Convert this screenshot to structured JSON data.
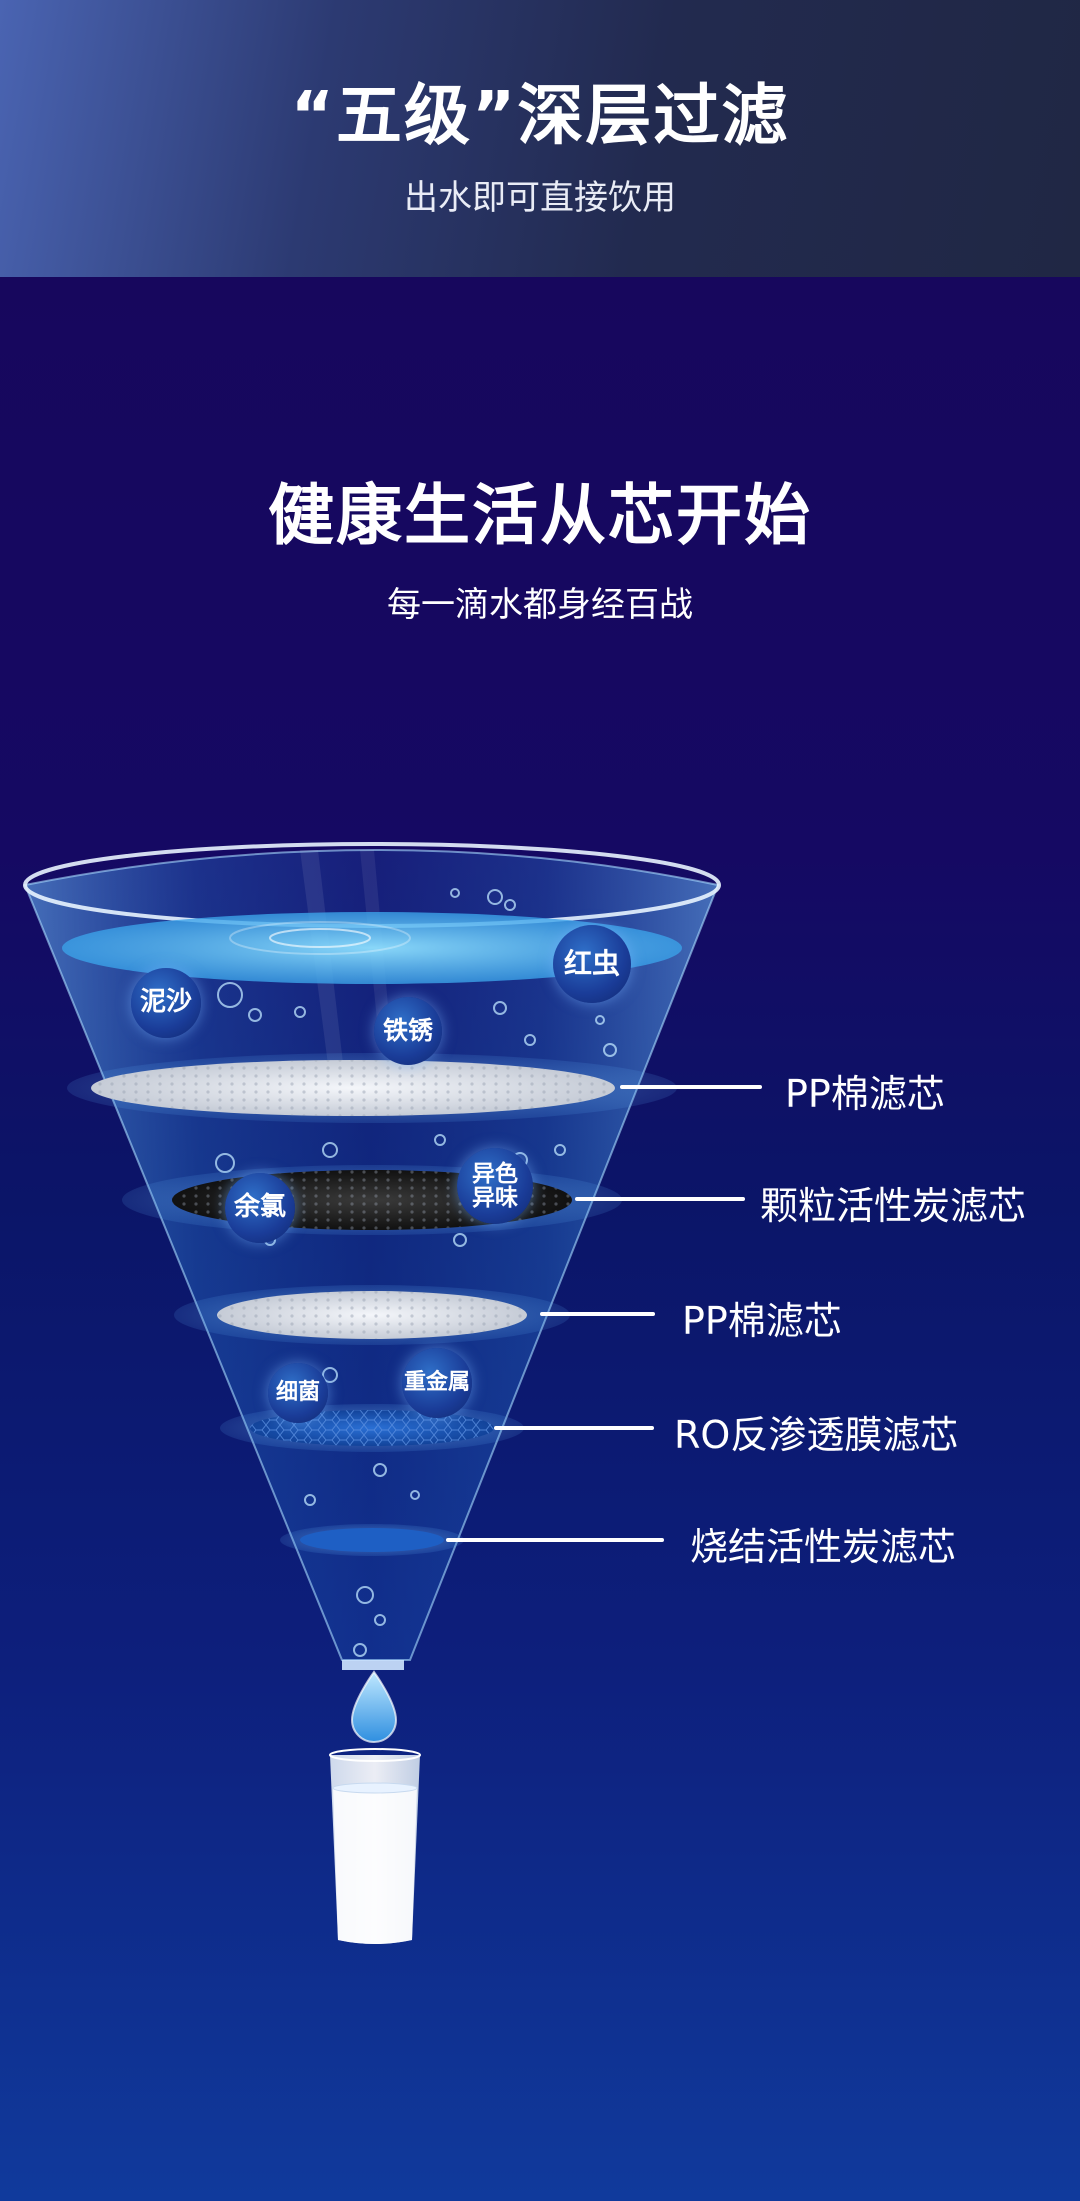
{
  "header": {
    "title": "“五级”深层过滤",
    "subtitle": "出水即可直接饮用"
  },
  "main": {
    "title": "健康生活从芯开始",
    "subtitle": "每一滴水都身经百战"
  },
  "filter_layers": [
    {
      "label": "PP棉滤芯"
    },
    {
      "label": "颗粒活性炭滤芯"
    },
    {
      "label": "PP棉滤芯"
    },
    {
      "label": "RO反渗透膜滤芯"
    },
    {
      "label": "烧结活性炭滤芯"
    }
  ],
  "contaminants": {
    "red_worm": "红虫",
    "sediment": "泥沙",
    "rust": "铁锈",
    "chlorine": "余氯",
    "odor_line1": "异色",
    "odor_line2": "异味",
    "bacteria": "细菌",
    "heavy_metal": "重金属"
  },
  "colors": {
    "header_accent": "#4a64b2",
    "background_top": "#17075d",
    "background_bottom": "#103a9c",
    "funnel_water": "#3f9be8",
    "text": "#ffffff"
  },
  "icons": {
    "funnel": "filter-funnel-illustration",
    "drop": "water-drop-icon",
    "glass": "water-glass-icon"
  }
}
